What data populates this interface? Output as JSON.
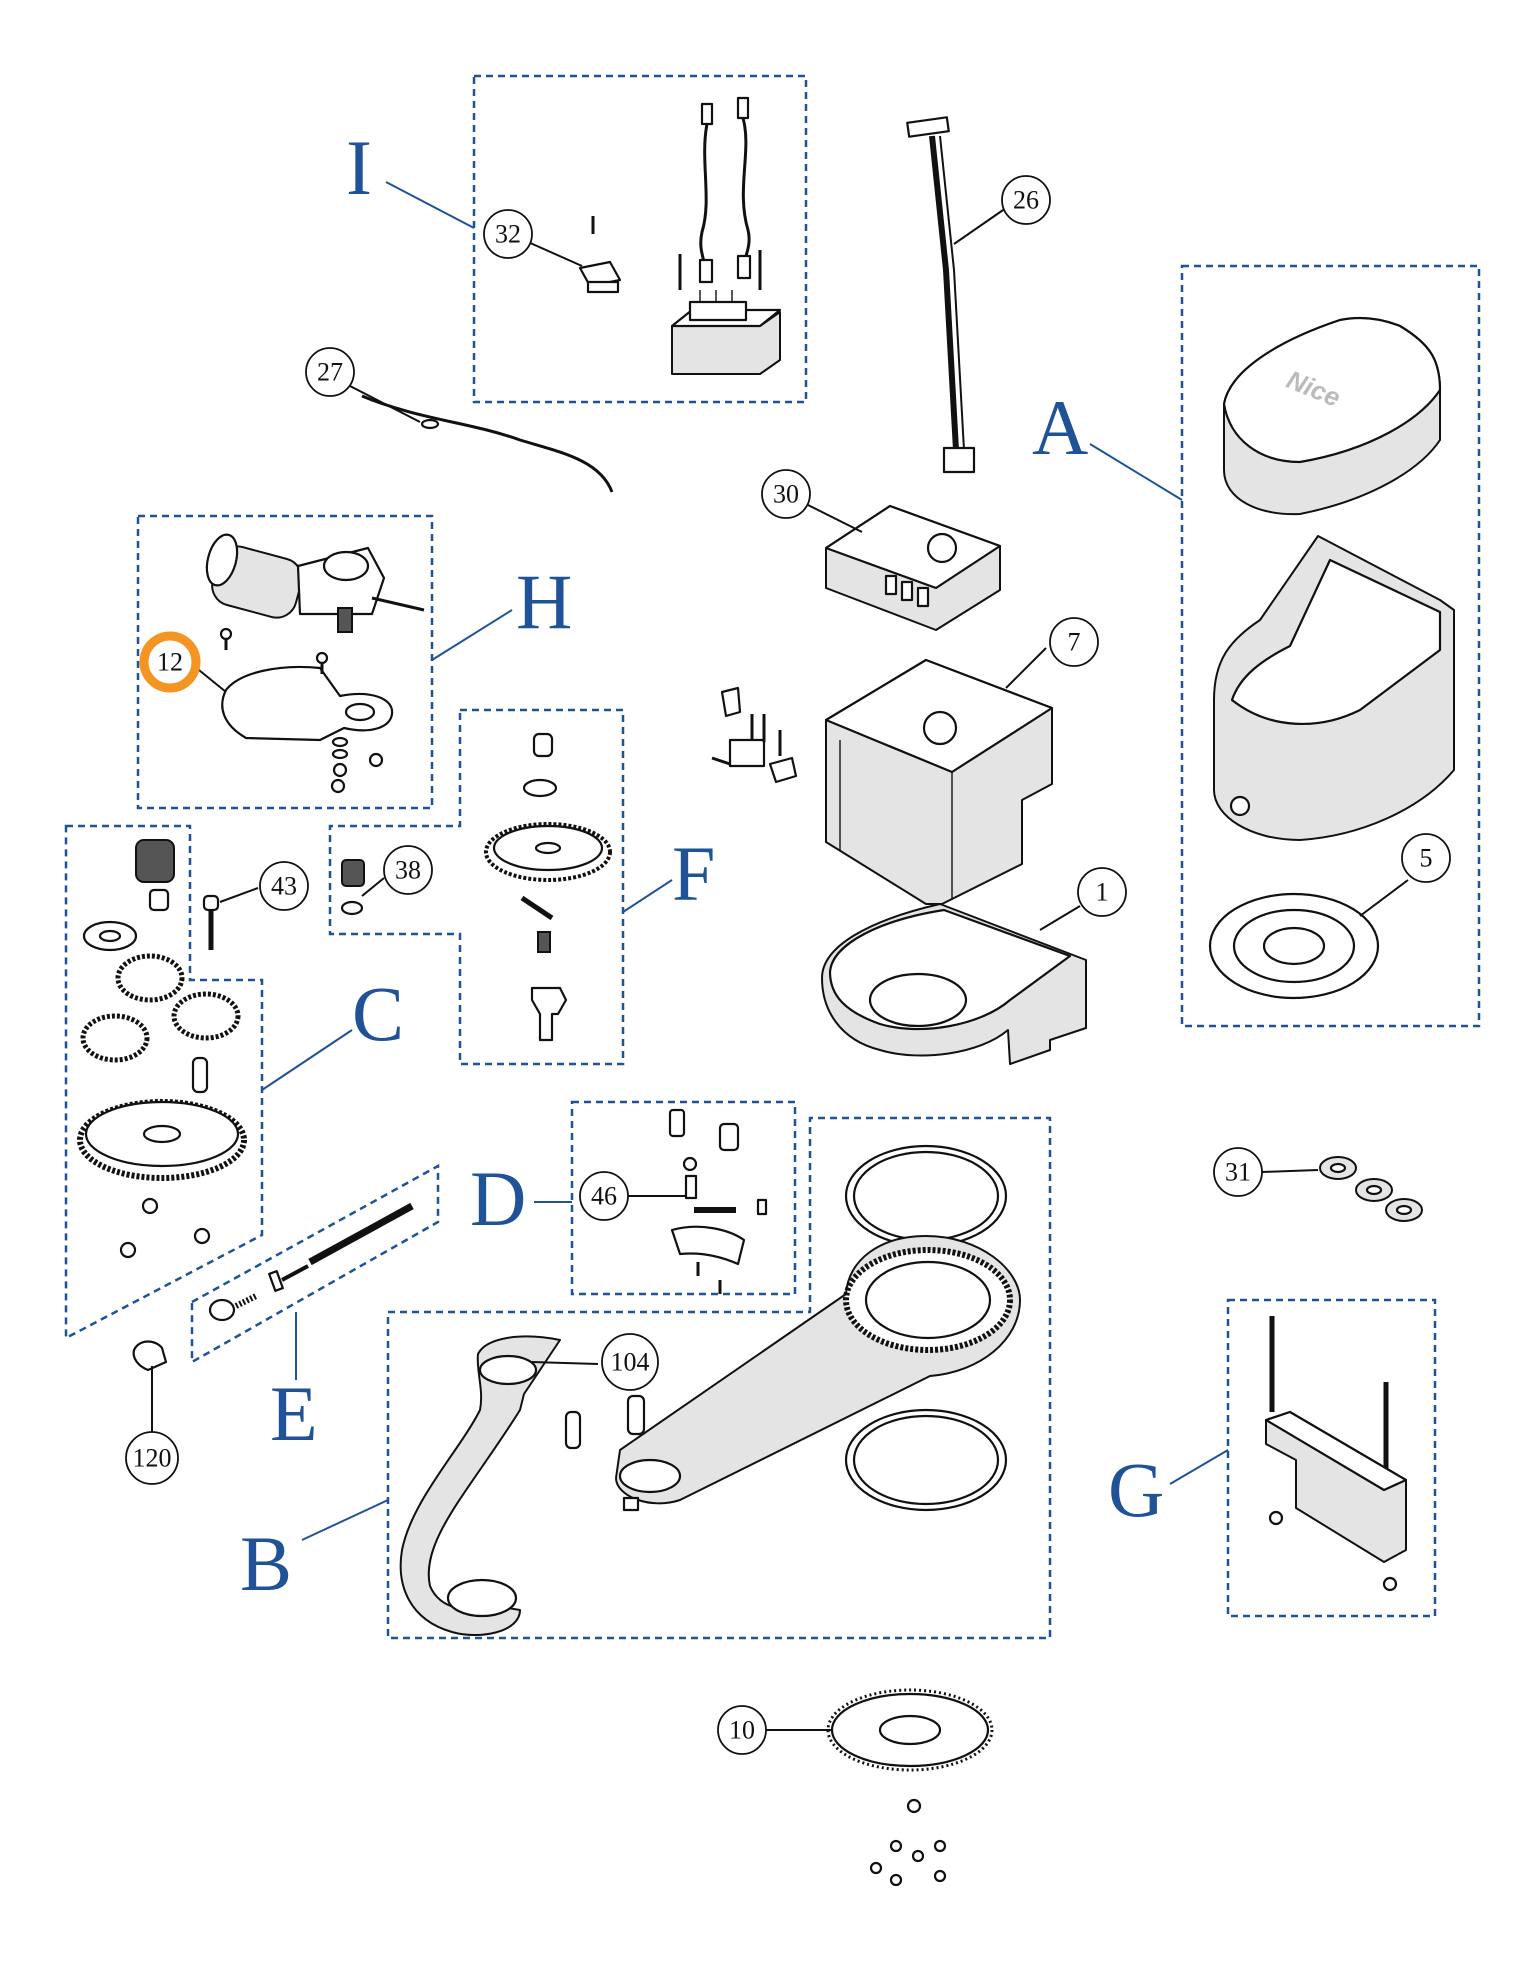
{
  "groups": [
    {
      "id": "I",
      "label": "I"
    },
    {
      "id": "A",
      "label": "A"
    },
    {
      "id": "H",
      "label": "H"
    },
    {
      "id": "F",
      "label": "F"
    },
    {
      "id": "C",
      "label": "C"
    },
    {
      "id": "D",
      "label": "D"
    },
    {
      "id": "E",
      "label": "E"
    },
    {
      "id": "B",
      "label": "B"
    },
    {
      "id": "G",
      "label": "G"
    }
  ],
  "callouts": [
    {
      "id": "c32",
      "label": "32"
    },
    {
      "id": "c26",
      "label": "26"
    },
    {
      "id": "c27",
      "label": "27"
    },
    {
      "id": "c30",
      "label": "30"
    },
    {
      "id": "c7",
      "label": "7"
    },
    {
      "id": "c12",
      "label": "12"
    },
    {
      "id": "c38",
      "label": "38"
    },
    {
      "id": "c43",
      "label": "43"
    },
    {
      "id": "c1",
      "label": "1"
    },
    {
      "id": "c5",
      "label": "5"
    },
    {
      "id": "c31",
      "label": "31"
    },
    {
      "id": "c46",
      "label": "46"
    },
    {
      "id": "c104",
      "label": "104"
    },
    {
      "id": "c120",
      "label": "120"
    },
    {
      "id": "c10",
      "label": "10"
    }
  ],
  "brand_text": "Nice",
  "colors": {
    "group_label": "#1f5296",
    "group_box": "#1f5296",
    "highlight": "#f39423",
    "line_art": "#111111"
  },
  "highlighted_callout": "12"
}
